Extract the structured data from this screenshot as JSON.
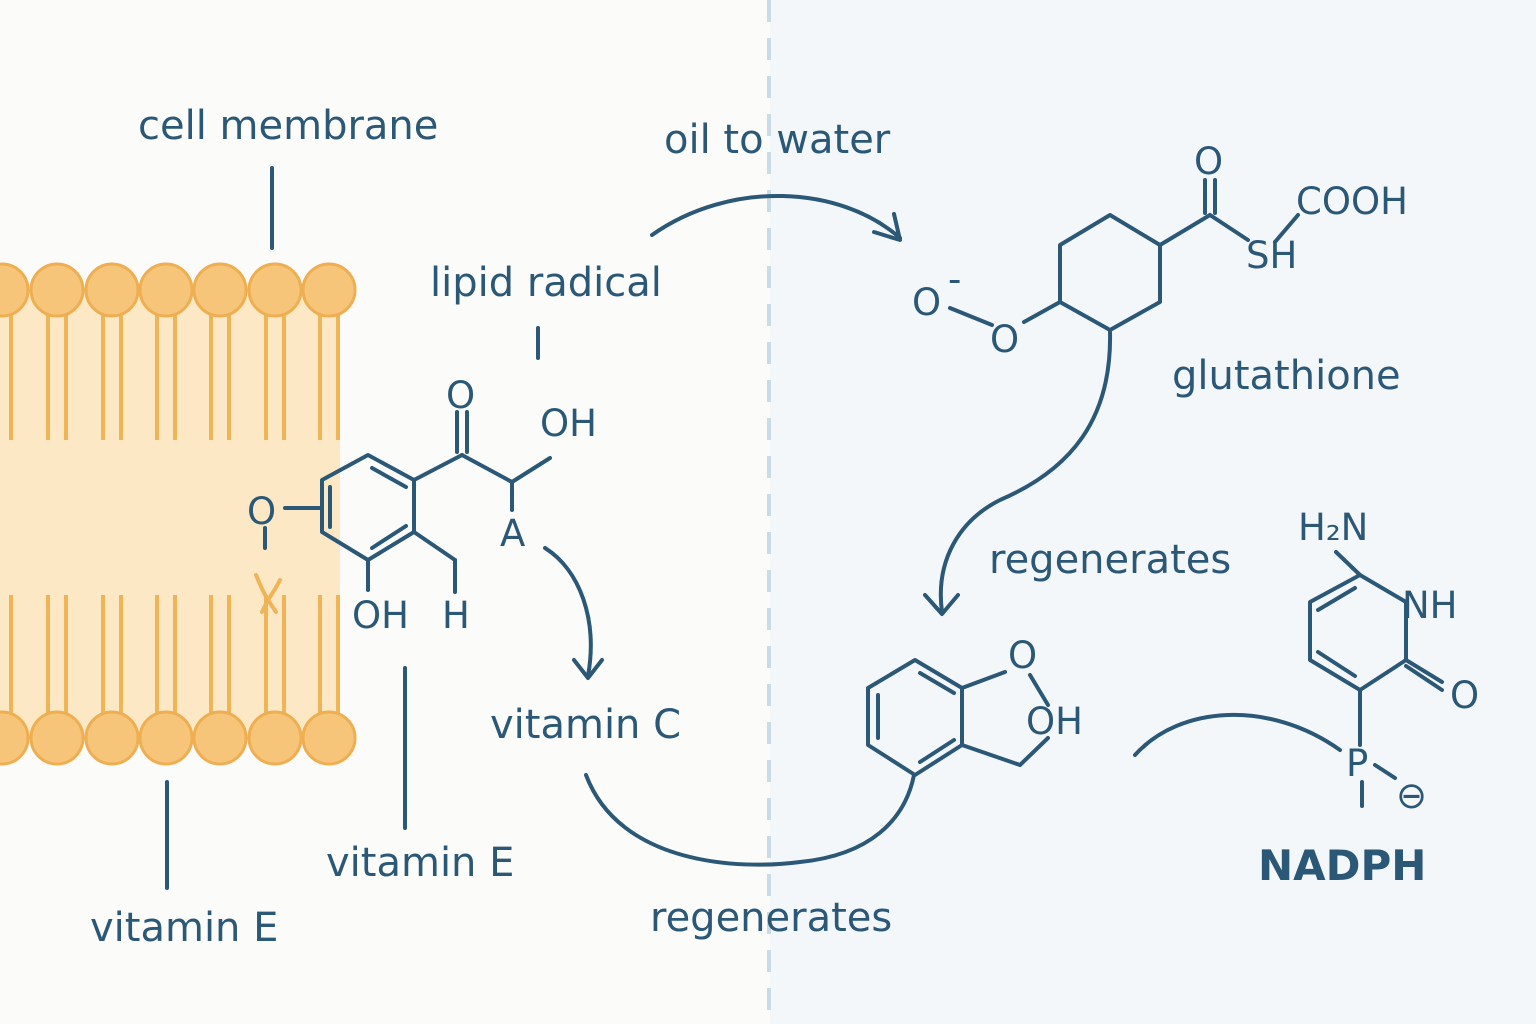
{
  "labels": {
    "cell_membrane": "cell membrane",
    "oil_to_water": "oil to water",
    "lipid_radical": "lipid radical",
    "glutathione": "glutathione",
    "regenerates_upper": "regenerates",
    "vitamin_c": "vitamin C",
    "vitamin_e_inner": "vitamin E",
    "vitamin_e_outer": "vitamin E",
    "regenerates_lower": "regenerates",
    "nadph": "NADPH"
  },
  "vitamin_e_molecule": {
    "atoms": {
      "o_ring": "O",
      "o_carbonyl": "O",
      "oh_top": "OH",
      "a_radical": "A",
      "oh_bottom": "OH",
      "h_bottom": "H"
    }
  },
  "glutathione_molecule": {
    "atoms": {
      "o_anion": "O",
      "o_charge": "-",
      "o_link": "O",
      "o_carbonyl": "O",
      "cooh": "COOH",
      "sh": "SH"
    }
  },
  "vitamin_c_molecule": {
    "atoms": {
      "o_ring": "O",
      "oh": "OH"
    }
  },
  "nadph_molecule": {
    "atoms": {
      "h2n": "H₂N",
      "nh": "NH",
      "o": "O",
      "p": "P",
      "o_minus": "⊖"
    }
  },
  "colors": {
    "ink": "#2c5877",
    "membrane_head": "#f7c57a",
    "membrane_head_stroke": "#eeae52",
    "membrane_tail": "#efb456",
    "membrane_band": "#fde8c6",
    "aqueous_bg": "#f4f7fa",
    "divider": "#c8dbe6"
  }
}
